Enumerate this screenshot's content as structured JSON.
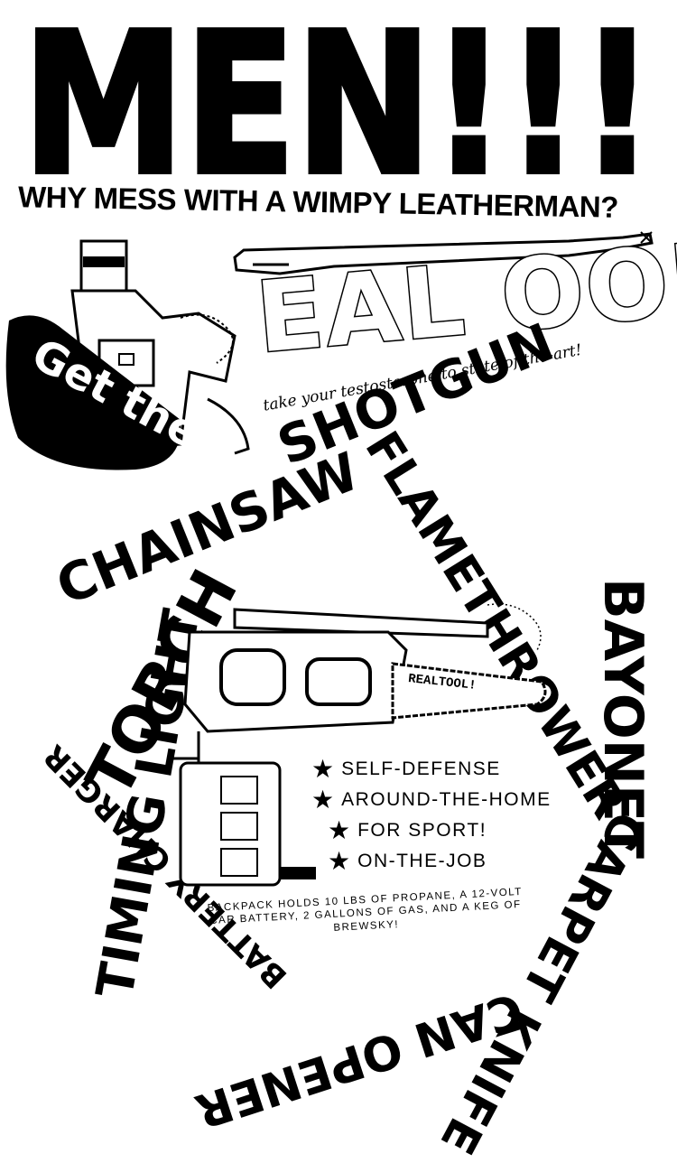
{
  "poster": {
    "headline": "MEN!!!",
    "subheadline": "WHY MESS WITH A WIMPY LEATHERMAN?",
    "get_the": "Get the",
    "brand": "EAL OOL!",
    "tagline": "take your testosterone to state-of-the-art!",
    "tool_label": "REALTOOL!",
    "tools": [
      "CHAINSAW",
      "SHOTGUN",
      "FLAMETHROWER",
      "BAYONET",
      "CARPET KNIFE",
      "CAN OPENER",
      "BATTERY CHARGER",
      "TIMING LIGHT",
      "TORCH"
    ],
    "uses": [
      "SELF-DEFENSE",
      "AROUND-THE-HOME",
      "FOR SPORT!",
      "ON-THE-JOB"
    ],
    "backpack_note": "BACKPACK HOLDS 10 LBS OF PROPANE, A 12-VOLT CAR BATTERY, 2 GALLONS OF GAS, AND A KEG OF BREWSKY!"
  },
  "colors": {
    "ink": "#000000",
    "paper": "#ffffff"
  },
  "icons": [
    "star-icon",
    "chainsaw-illustration",
    "man-illustration",
    "rifle-illustration"
  ]
}
